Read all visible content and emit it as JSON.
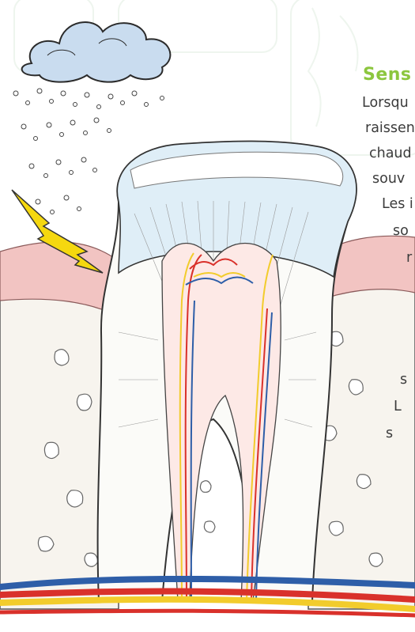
{
  "article": {
    "heading": "Sens",
    "text_fragments": [
      "Lorsqu",
      "raissen",
      "chaud",
      "souv",
      "Les i",
      "so",
      "r",
      "s",
      "L",
      "s"
    ]
  },
  "illustration": {
    "icons": [
      "cloud-icon",
      "lightning-bolt-icon"
    ],
    "colors": {
      "heading": "#8cc63e",
      "enamel": "#dfeef7",
      "gum": "#f2c4c2",
      "bone": "#f7f4ee",
      "nerve": "#f2cc2c",
      "artery": "#d9312b",
      "vein": "#2e5ea8"
    }
  }
}
